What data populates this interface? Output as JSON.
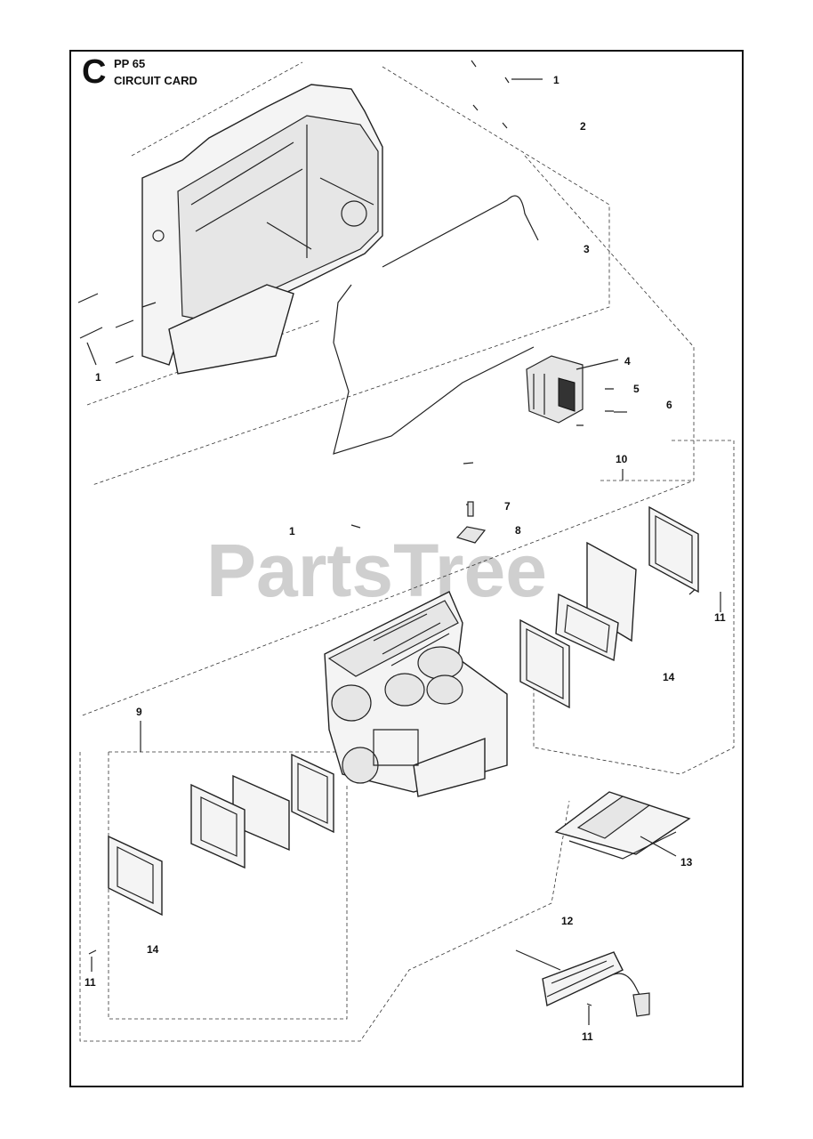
{
  "header": {
    "section_letter": "C",
    "model": "PP 65",
    "title": "CIRCUIT CARD"
  },
  "watermark": "PartsTree",
  "callouts": [
    "1",
    "2",
    "3",
    "1",
    "4",
    "5",
    "6",
    "10",
    "7",
    "8",
    "1",
    "11",
    "14",
    "9",
    "14",
    "11",
    "13",
    "12",
    "11"
  ]
}
